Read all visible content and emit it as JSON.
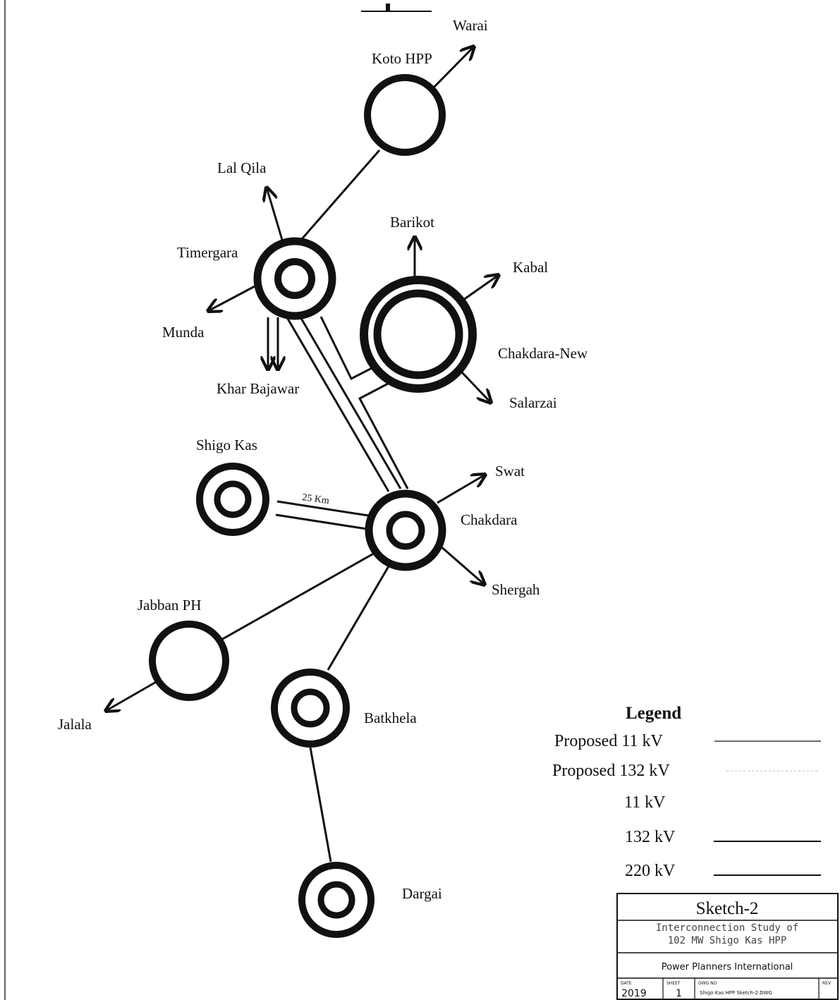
{
  "nodes": {
    "koto_hpp": "Koto HPP",
    "warai": "Warai",
    "lal_qila": "Lal Qila",
    "timergara": "Timergara",
    "munda": "Munda",
    "khar_bajawar": "Khar Bajawar",
    "barikot": "Barikot",
    "kabal": "Kabal",
    "chakdara_new": "Chakdara-New",
    "salarzai": "Salarzai",
    "shigo_kas": "Shigo Kas",
    "swat": "Swat",
    "chakdara": "Chakdara",
    "shergah": "Shergah",
    "jabban_ph": "Jabban PH",
    "jalala": "Jalala",
    "batkhela": "Batkhela",
    "dargai": "Dargai"
  },
  "line_label": "25 Km",
  "legend": {
    "title": "Legend",
    "items": [
      "Proposed 11 kV",
      "Proposed 132 kV",
      "11 kV",
      "132 kV",
      "220 kV"
    ]
  },
  "title_block": {
    "sketch": "Sketch-2",
    "study_line1": "Interconnection Study of",
    "study_line2": "102 MW Shigo Kas HPP",
    "company": "Power Planners International",
    "date_label": "DATE",
    "date": "2019",
    "sheet_label": "SHEET",
    "sheet": "1",
    "dwg_label": "DWG NO",
    "dwg": "Shigo Kas HPP Sketch-2.DWG",
    "rev_label": "REV"
  },
  "colors": {
    "ink": "#111111",
    "faint": "#bbbbbb"
  }
}
